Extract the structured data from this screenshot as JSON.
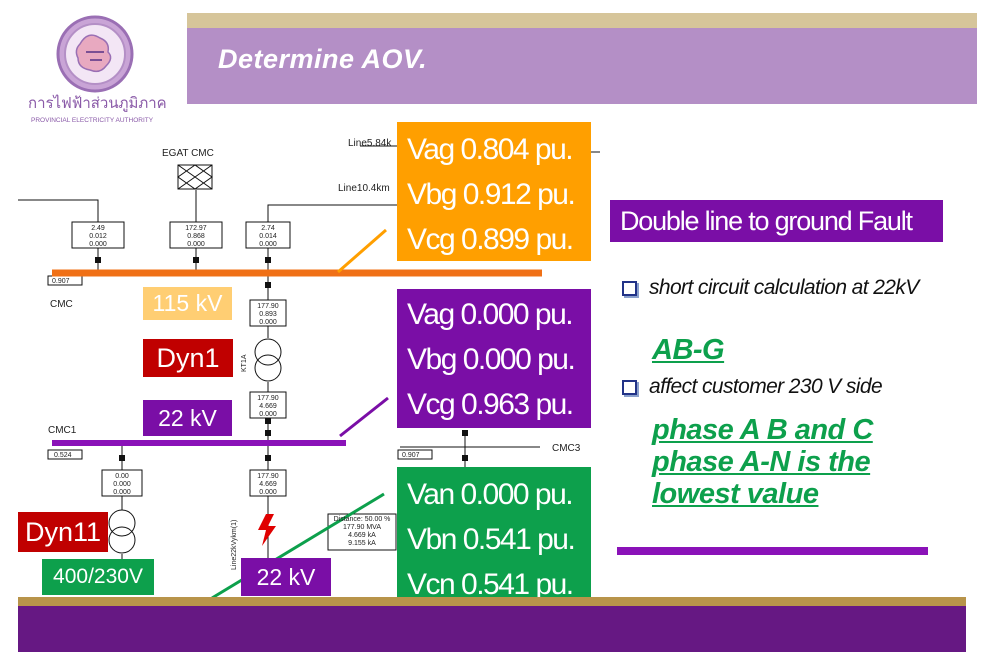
{
  "slide": {
    "title": "Determine  AOV.",
    "logo": {
      "org_thai": "การไฟฟ้าส่วนภูมิภาค",
      "org_english": "PROVINCIAL ELECTRICITY AUTHORITY"
    }
  },
  "diagram": {
    "labels": {
      "line_5_84": "Line5.84k",
      "line_10_4": "Line10.4km",
      "egat": "EGAT  CMC",
      "bus_cmc": "CMC",
      "bus_cmc1": "CMC1",
      "bus_cmc3": "CMC3",
      "transformer_kt1a": "KT1A",
      "line_22kv": "Line22kVykm(1)",
      "cmc_value": "0.907",
      "cmc1_value": "0.524",
      "cmc3_value": "0.907"
    },
    "meters": [
      {
        "lines": [
          "2.49",
          "0.012",
          "0.000"
        ]
      },
      {
        "lines": [
          "172.97",
          "0.868",
          "0.000"
        ]
      },
      {
        "lines": [
          "2.74",
          "0.014",
          "0.000"
        ]
      },
      {
        "lines": [
          "177.90",
          "0.893",
          "0.000"
        ]
      },
      {
        "lines": [
          "177.90",
          "4.669",
          "0.000"
        ]
      },
      {
        "lines": [
          "0.00",
          "0.000",
          "0.000"
        ]
      },
      {
        "lines": [
          "177.90",
          "4.669",
          "0.000"
        ]
      }
    ],
    "fault_readout": [
      "Distance: 50.00 %",
      "177.90 MVA",
      "4.669 kA",
      "9.155 kA"
    ]
  },
  "tags": {
    "kv_115": "115 kV",
    "dyn1": "Dyn1",
    "kv_22_a": "22 kV",
    "dyn11": "Dyn11",
    "lv": "400/230V",
    "kv_22_b": "22 kV"
  },
  "voltage_boxes": {
    "orange": [
      "Vag 0.804 pu.",
      "Vbg 0.912 pu.",
      "Vcg 0.899 pu."
    ],
    "purple": [
      "Vag 0.000 pu.",
      "Vbg 0.000 pu.",
      "Vcg 0.963 pu."
    ],
    "green": [
      "Van 0.000 pu.",
      "Vbn 0.541 pu.",
      "Vcn 0.541 pu."
    ]
  },
  "panel": {
    "fault_type": "Double line to ground Fault",
    "bullet_1": "short circuit calculation at 22kV",
    "fault_phase": "AB-G",
    "bullet_2": "affect customer 230 V side",
    "result_line_1": "phase  A  B  and  C",
    "result_line_2": "phase  A-N  is  the",
    "result_line_3": "lowest value"
  },
  "colors": {
    "header_band": "#b48fc6",
    "header_strip": "#d6c59a",
    "footer_band": "#661883",
    "footer_strip": "#b8944a",
    "orange": "#ff9f00",
    "purple": "#7a0ea6",
    "green": "#0da04c",
    "red": "#c00000",
    "light_orange": "#ffce73"
  }
}
